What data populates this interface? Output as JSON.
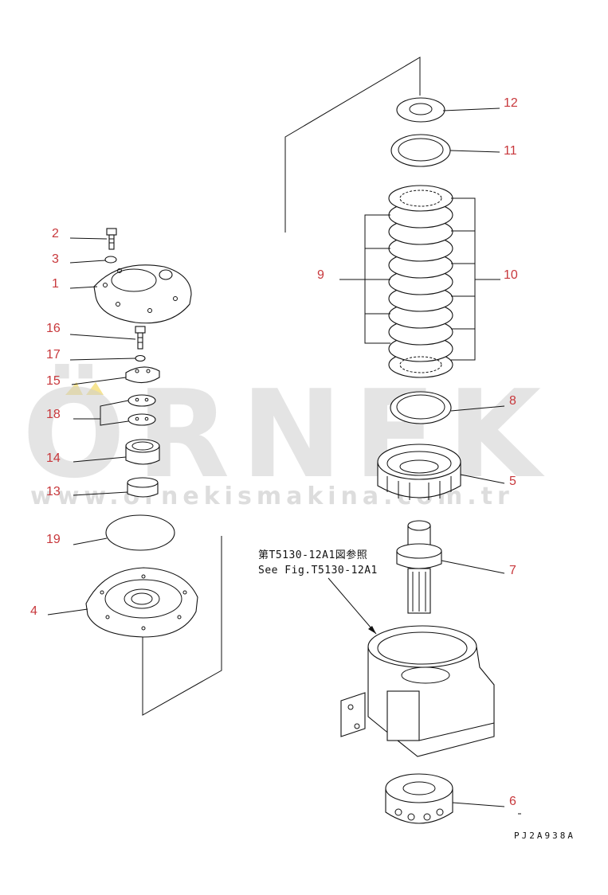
{
  "labels": {
    "p1": "1",
    "p2": "2",
    "p3": "3",
    "p4": "4",
    "p5": "5",
    "p6": "6",
    "p7": "7",
    "p8": "8",
    "p9": "9",
    "p10": "10",
    "p11": "11",
    "p12": "12",
    "p13": "13",
    "p14": "14",
    "p15": "15",
    "p16": "16",
    "p17": "17",
    "p18": "18",
    "p19": "19"
  },
  "reference": {
    "jp": "第T5130-12A1図参照",
    "en": "See Fig.T5130-12A1"
  },
  "drawing_code": "PJ2A938A",
  "watermark": {
    "brand": "ÖRNEK",
    "url": "www.ornekismakina.com.tr"
  },
  "colors": {
    "label": "#c8383c",
    "line": "#111111",
    "watermark": "#cfcfcf",
    "watermark_accent": "#f2d34a"
  }
}
